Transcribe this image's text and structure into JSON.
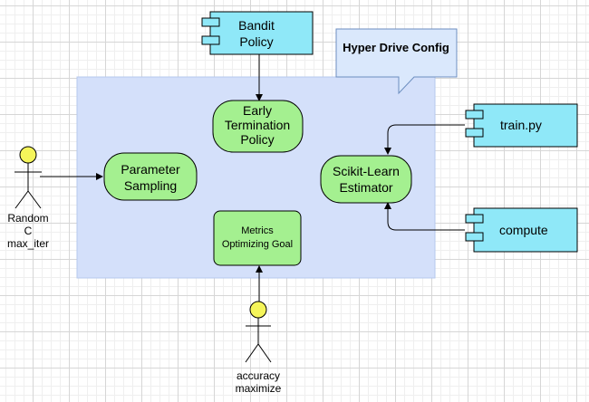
{
  "hyperdrive_config": {
    "label": "Hyper Drive Config"
  },
  "bandit_policy": {
    "line1": "Bandit",
    "line2": "Policy"
  },
  "early_termination": {
    "line1": "Early",
    "line2": "Termination",
    "line3": "Policy"
  },
  "parameter_sampling": {
    "line1": "Parameter",
    "line2": "Sampling"
  },
  "sklearn_estimator": {
    "line1": "Scikit-Learn",
    "line2": "Estimator"
  },
  "metrics_goal": {
    "line1": "Metrics",
    "line2": "Optimizing Goal"
  },
  "train_py": {
    "label": "train.py"
  },
  "compute": {
    "label": "compute"
  },
  "actor_random": {
    "line1": "Random",
    "line2": "C",
    "line3": "max_iter"
  },
  "actor_accuracy": {
    "line1": "accuracy",
    "line2": "maximize"
  },
  "colors": {
    "container_fill": "#d4e0fa",
    "component_fill": "#8fe8f8",
    "activity_fill": "#a4f090",
    "actor_head": "#f5f55a",
    "callout_fill": "#dae8fc"
  }
}
